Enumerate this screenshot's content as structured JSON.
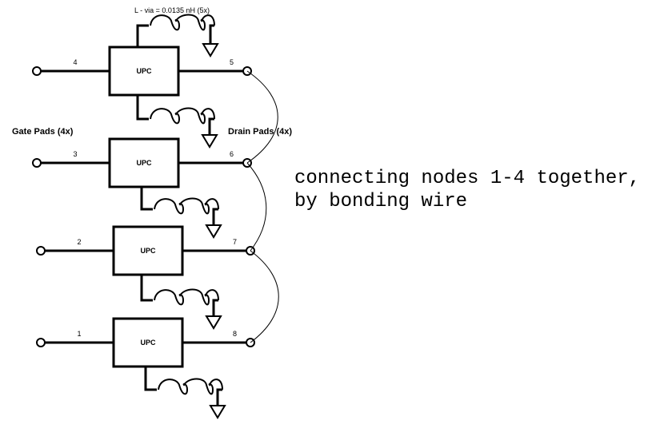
{
  "diagram": {
    "inductor_note": "L - via = 0.0135 nH (5x)",
    "gate_pads_label": "Gate Pads (4x)",
    "drain_pads_label": "Drain Pads (4x)",
    "stages": [
      {
        "block_label": "UPC",
        "gate_node": "4",
        "drain_node": "5"
      },
      {
        "block_label": "UPC",
        "gate_node": "3",
        "drain_node": "6"
      },
      {
        "block_label": "UPC",
        "gate_node": "2",
        "drain_node": "7"
      },
      {
        "block_label": "UPC",
        "gate_node": "1",
        "drain_node": "8"
      }
    ],
    "via_inductor_count": 5,
    "bonding_wire": "drain pads 5-6-7-8 chained"
  },
  "annotation": {
    "line1": "connecting nodes 1-4 together,",
    "line2": "by bonding wire"
  }
}
